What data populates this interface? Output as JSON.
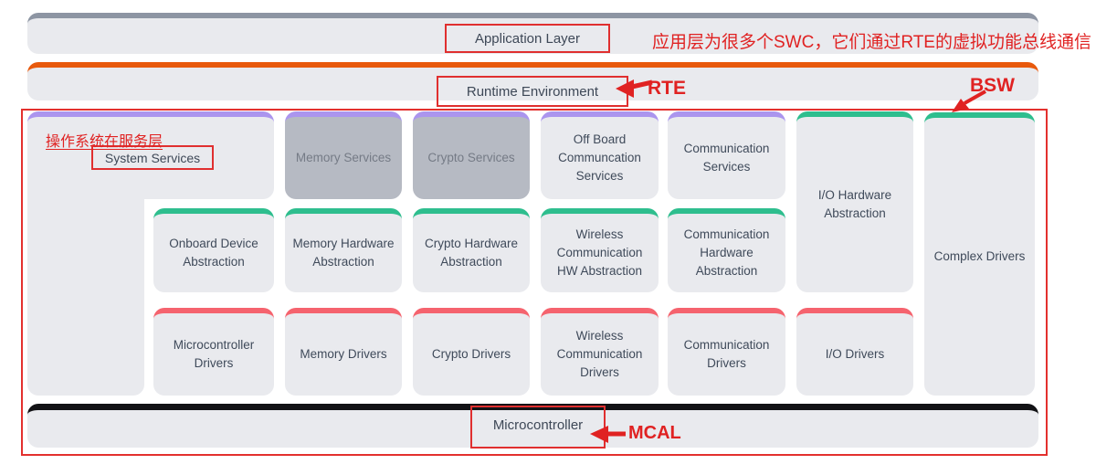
{
  "layers": {
    "application": "Application Layer",
    "runtime": "Runtime Environment",
    "microcontroller": "Microcontroller"
  },
  "bsw": {
    "system_services": "System Services",
    "memory_services": "Memory Services",
    "crypto_services": "Crypto Services",
    "offboard_comm_services": "Off Board Communcation Services",
    "communication_services": "Communication Services",
    "io_hw_abstraction": "I/O Hardware Abstraction",
    "complex_drivers": "Complex Drivers",
    "onboard_device_abstraction": "Onboard Device Abstraction",
    "memory_hw_abstraction": "Memory Hardware Abstraction",
    "crypto_hw_abstraction": "Crypto Hardware Abstraction",
    "wireless_comm_hw_abstraction": "Wireless Communication HW Abstraction",
    "communication_hw_abstraction": "Communication Hardware Abstraction",
    "microcontroller_drivers": "Microcontroller Drivers",
    "memory_drivers": "Memory Drivers",
    "crypto_drivers": "Crypto Drivers",
    "wireless_comm_drivers": "Wireless Communication Drivers",
    "communication_drivers": "Communication Drivers",
    "io_drivers": "I/O Drivers"
  },
  "annotations": {
    "app_layer_note": "应用层为很多个SWC，它们通过RTE的虚拟功能总线通信",
    "rte_label": "RTE",
    "bsw_label": "BSW",
    "os_note": "操作系统在服务层",
    "mcal_label": "MCAL"
  },
  "states": {
    "memory_services": "grayed-out",
    "crypto_services": "grayed-out"
  },
  "colors": {
    "services_accent": "#ab95ee",
    "abstraction_accent": "#2ebe8e",
    "drivers_accent": "#f5636e",
    "application_accent": "#8d95a3",
    "rte_accent": "#e8590c",
    "microcontroller_accent": "#121215",
    "box_background": "#e9eaee",
    "muted_box_background": "#b6bac3",
    "annotation_red": "#e02222"
  }
}
